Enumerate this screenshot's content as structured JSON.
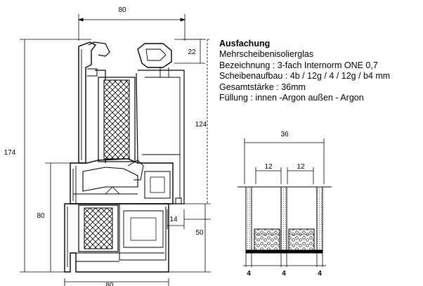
{
  "dims": {
    "top_width": "80",
    "bottom_width": "80",
    "right_offset": "22",
    "sash_height": "124",
    "total_height": "174",
    "frame_height": "80",
    "frame_right": "50",
    "step": "14"
  },
  "glazing": {
    "title": "Ausfachung",
    "lines": [
      "Mehrscheibenisolierglas",
      "Bezeichnung : 3-fach Internorm ONE 0,7",
      "Scheibenaufbau : 4b / 12g / 4 / 12g / b4 mm",
      "Gesamtstärke : 36mm",
      "Füllung : innen -Argon  außen - Argon"
    ]
  },
  "section": {
    "total": "36",
    "gap_left": "12",
    "gap_right": "12",
    "pane_left": "4",
    "pane_mid": "4",
    "pane_right": "4"
  }
}
